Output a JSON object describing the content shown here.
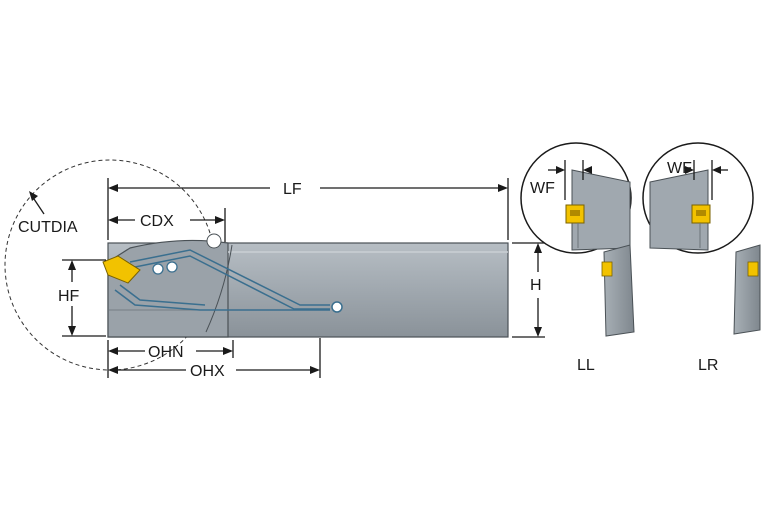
{
  "labels": {
    "lf": "LF",
    "cdx": "CDX",
    "cutdia": "CUTDIA",
    "hf": "HF",
    "h": "H",
    "ohn": "OHN",
    "ohx": "OHX",
    "wf_left": "WF",
    "wf_right": "WF",
    "ll": "LL",
    "lr": "LR"
  },
  "colors": {
    "body": "#9ea6ad",
    "body_shadow": "#7f878e",
    "insert": "#f2c200",
    "coolant": "#3a6f8f",
    "line": "#1a1a1a"
  }
}
